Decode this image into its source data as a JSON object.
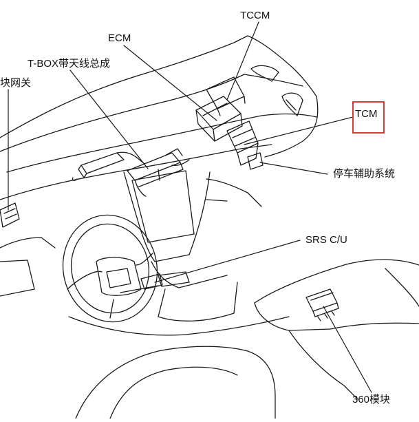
{
  "labels": {
    "tccm": "TCCM",
    "ecm": "ECM",
    "tbox": "T-BOX带天线总成",
    "gateway": "块网关",
    "tcm": "TCM",
    "parking": "停车辅助系统",
    "srs": "SRS C/U",
    "module360": "360模块"
  },
  "colors": {
    "line": "#1a1a1a",
    "highlight": "#d93a3a",
    "background": "#ffffff"
  },
  "highlighted_label": "tcm"
}
